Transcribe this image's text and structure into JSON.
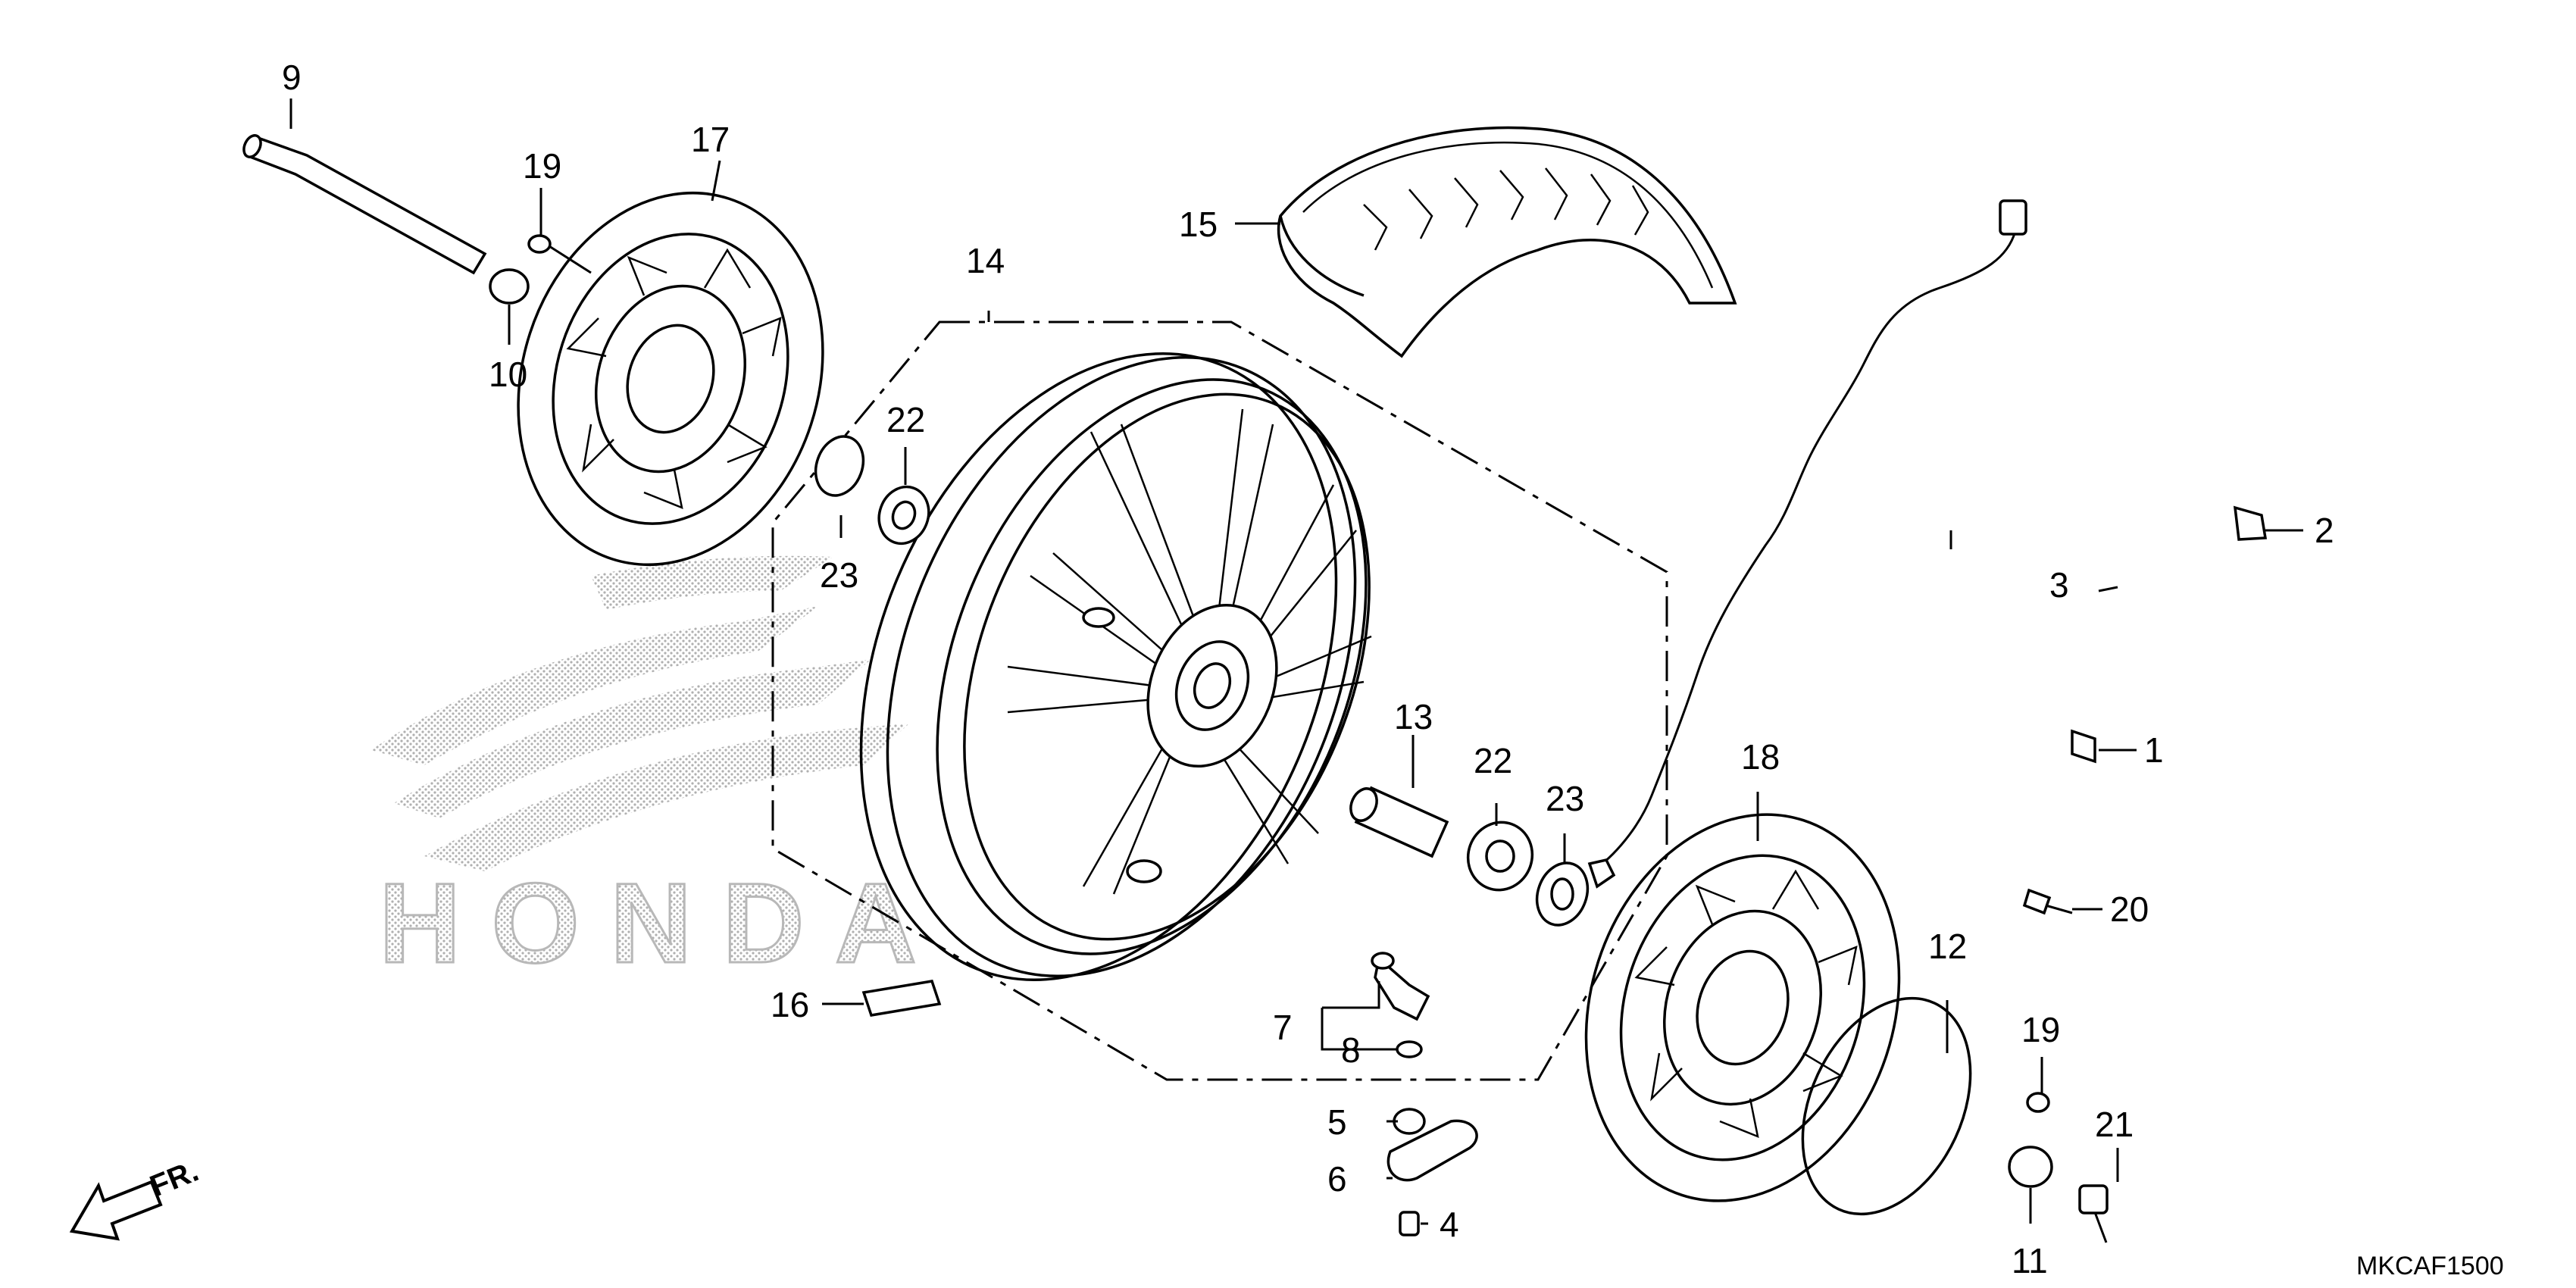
{
  "diagram_code": "MKCAF1500",
  "front_marker": "FR.",
  "watermark_text": "HONDA",
  "callouts": {
    "c1": "1",
    "c2": "2",
    "c3": "3",
    "c4": "4",
    "c5": "5",
    "c6": "6",
    "c7": "7",
    "c8": "8",
    "c9": "9",
    "c10": "10",
    "c11": "11",
    "c12": "12",
    "c13": "13",
    "c14": "14",
    "c15": "15",
    "c16": "16",
    "c17": "17",
    "c18": "18",
    "c19a": "19",
    "c19b": "19",
    "c20": "20",
    "c21": "21",
    "c22a": "22",
    "c22b": "22",
    "c23a": "23",
    "c23b": "23"
  },
  "colors": {
    "line": "#000000",
    "background": "#ffffff",
    "watermark": "#b8b8b8"
  }
}
